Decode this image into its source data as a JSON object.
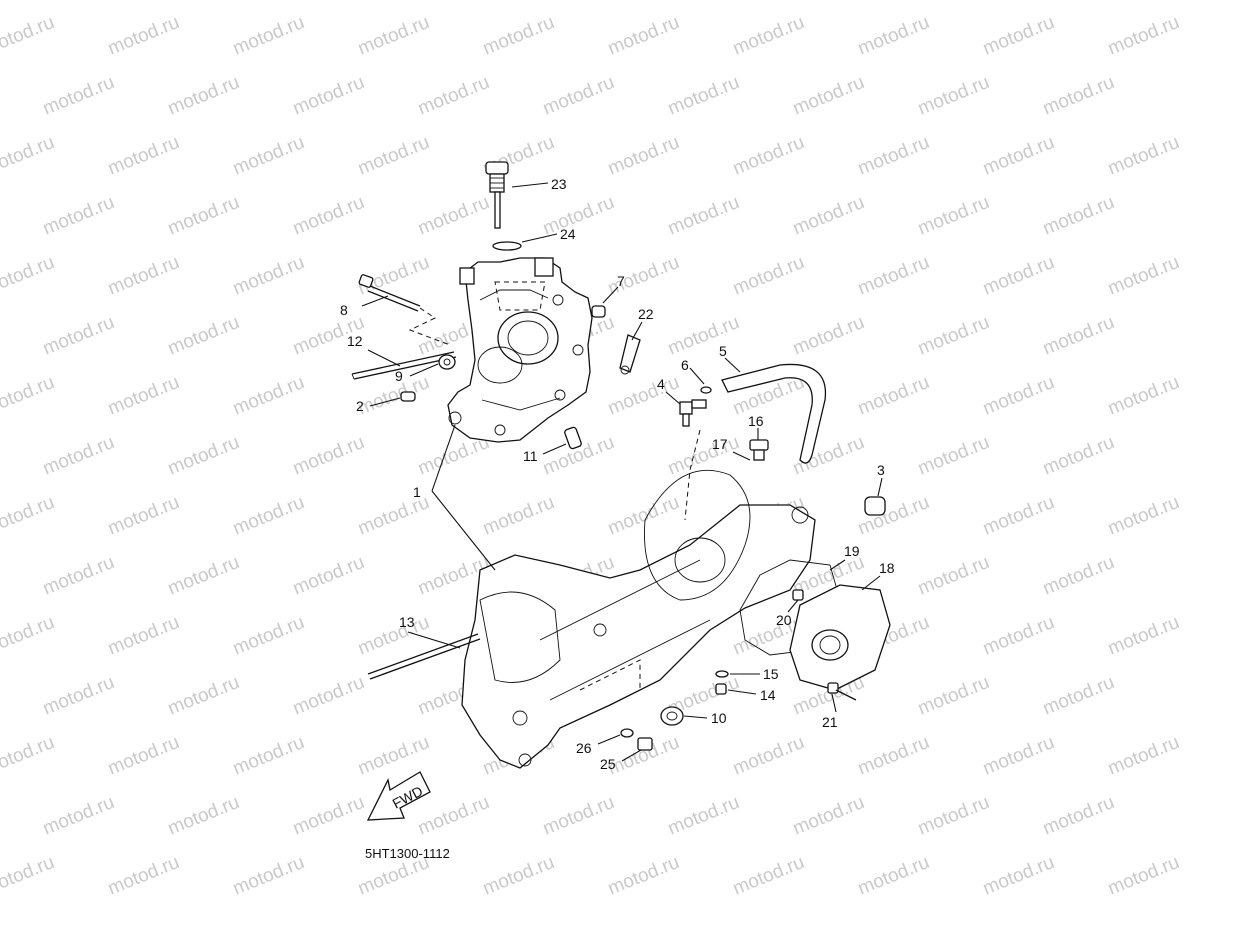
{
  "watermark_text": "motod.ru",
  "diagram_code": "5HT1300-1112",
  "fwd_label": "FWD",
  "callouts": [
    "1",
    "2",
    "3",
    "4",
    "5",
    "6",
    "7",
    "8",
    "9",
    "10",
    "11",
    "12",
    "13",
    "14",
    "15",
    "16",
    "17",
    "18",
    "19",
    "20",
    "21",
    "22",
    "23",
    "24",
    "25",
    "26"
  ]
}
